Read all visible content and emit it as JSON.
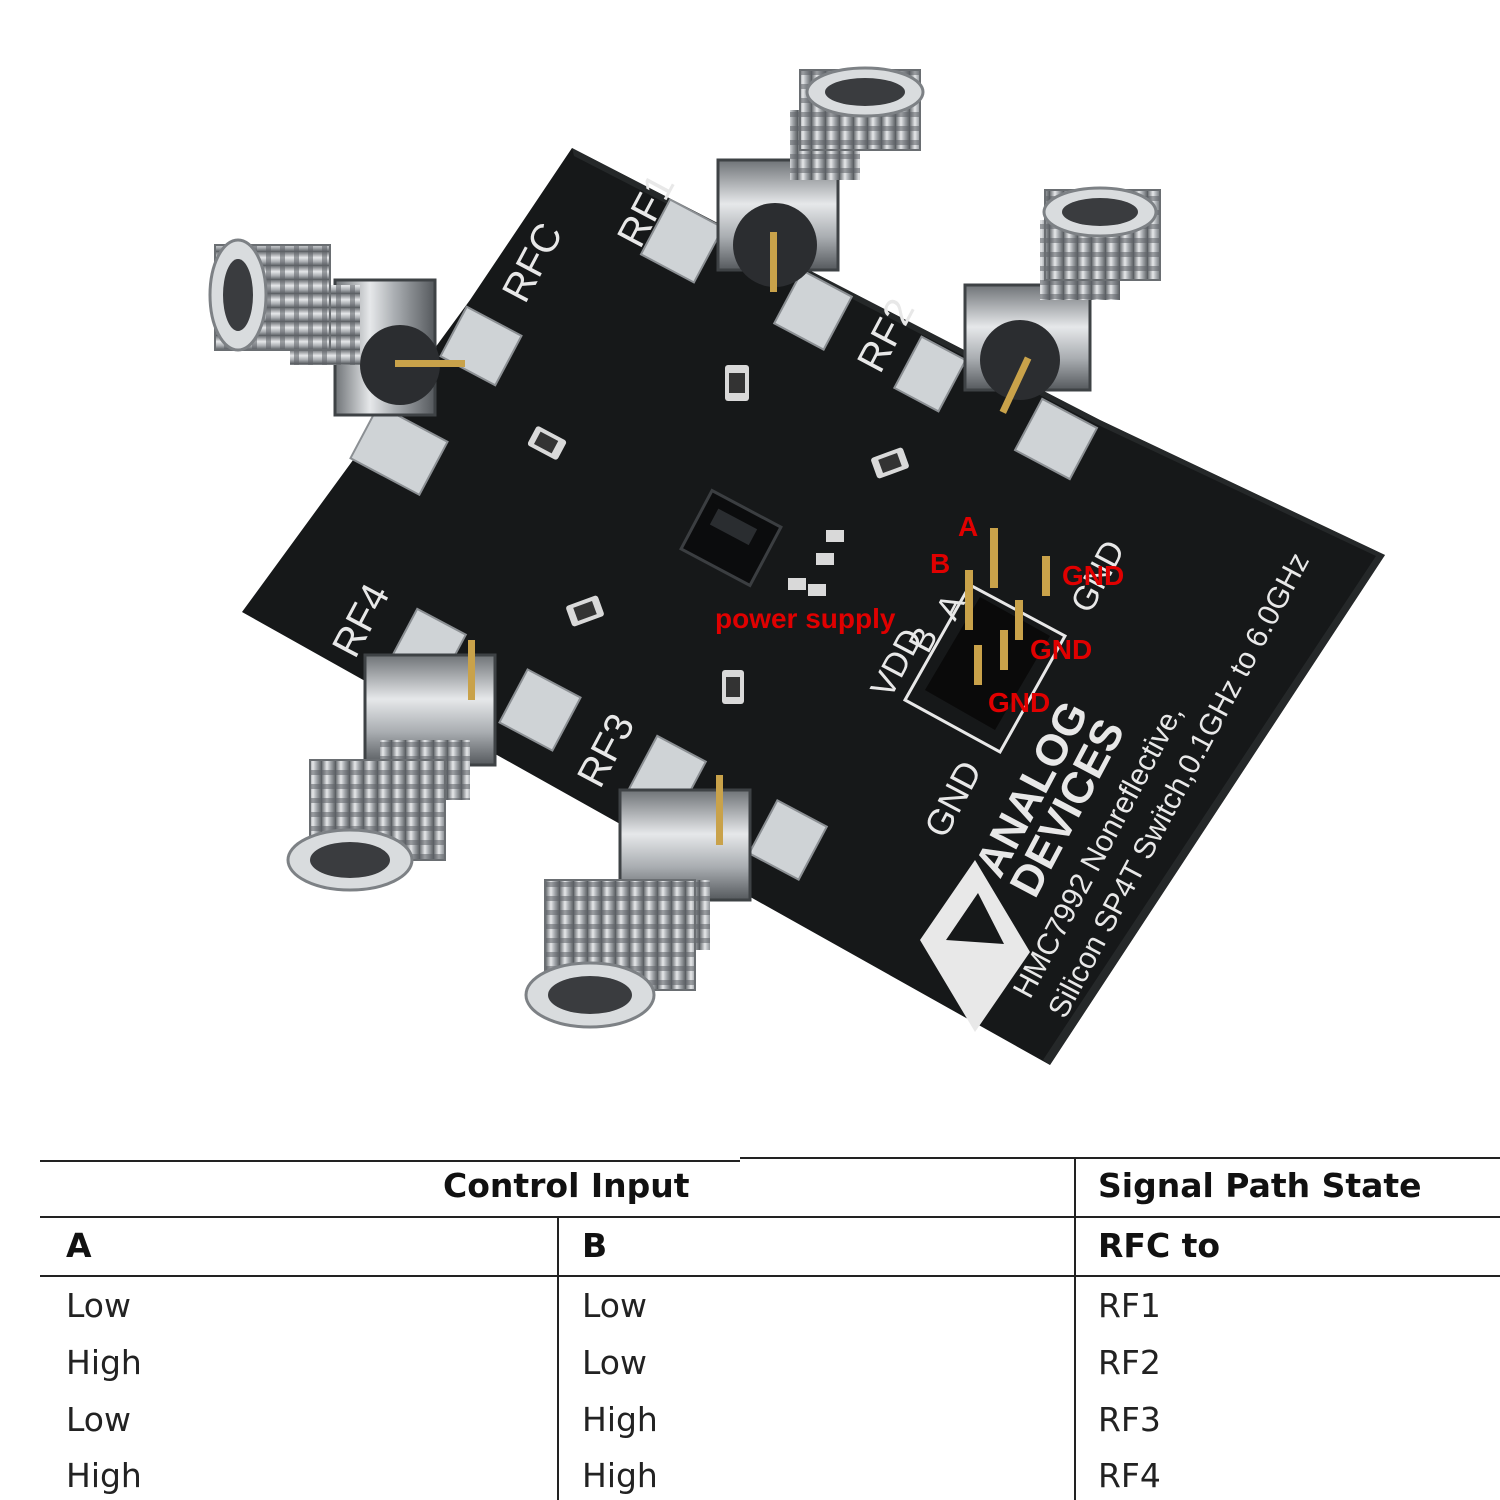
{
  "board": {
    "silkscreen": {
      "rfc": "RFC",
      "rf1": "RF1",
      "rf2": "RF2",
      "rf3": "RF3",
      "rf4": "RF4",
      "header_a": "A",
      "header_b": "B",
      "header_vdd": "VDD",
      "header_gnd_left": "GND",
      "header_gnd_right": "GND",
      "brand_line1": "ANALOG",
      "brand_line2": "DEVICES",
      "desc_line1": "HMC7992 Nonreflective,",
      "desc_line2": "Silicon SP4T Switch,0.1GHz to 6.0GHz"
    },
    "annotations": {
      "a": "A",
      "b": "B",
      "gnd_1": "GND",
      "gnd_2": "GND",
      "gnd_3": "GND",
      "power": "power supply"
    },
    "colors": {
      "pcb": "#161819",
      "connector": "#b9bdc1",
      "annotation": "#e00000"
    }
  },
  "truth_table": {
    "group_headers": {
      "control": "Control Input",
      "signal": "Signal Path State"
    },
    "columns": [
      "A",
      "B",
      "RFC to"
    ],
    "rows": [
      [
        "Low",
        "Low",
        "RF1"
      ],
      [
        "High",
        "Low",
        "RF2"
      ],
      [
        "Low",
        "High",
        "RF3"
      ],
      [
        "High",
        "High",
        "RF4"
      ]
    ]
  }
}
